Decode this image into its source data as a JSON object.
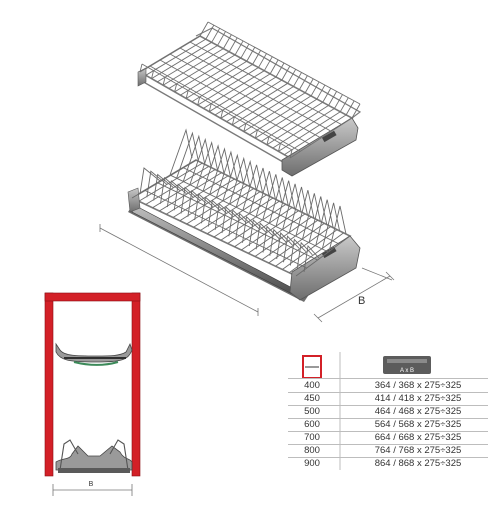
{
  "dimension_label": "B",
  "section_dimension_label": "B",
  "table": {
    "header_icon_cabinet": "cabinet-front-icon",
    "header_icon_rack": "rack-size-icon",
    "header_rack_label": "A x B",
    "rows": [
      {
        "width": "400",
        "size": "364 / 368 x 275÷325"
      },
      {
        "width": "450",
        "size": "414 / 418 x 275÷325"
      },
      {
        "width": "500",
        "size": "464 / 468 x 275÷325"
      },
      {
        "width": "600",
        "size": "564 / 568 x 275÷325"
      },
      {
        "width": "700",
        "size": "664 / 668 x 275÷325"
      },
      {
        "width": "800",
        "size": "764 / 768 x 275÷325"
      },
      {
        "width": "900",
        "size": "864 / 868 x 275÷325"
      }
    ]
  },
  "colors": {
    "cabinet": "#d32027",
    "wire": "#6b6b6b",
    "frame": "#8a8a8a",
    "header_bg": "#5c5c5c"
  }
}
